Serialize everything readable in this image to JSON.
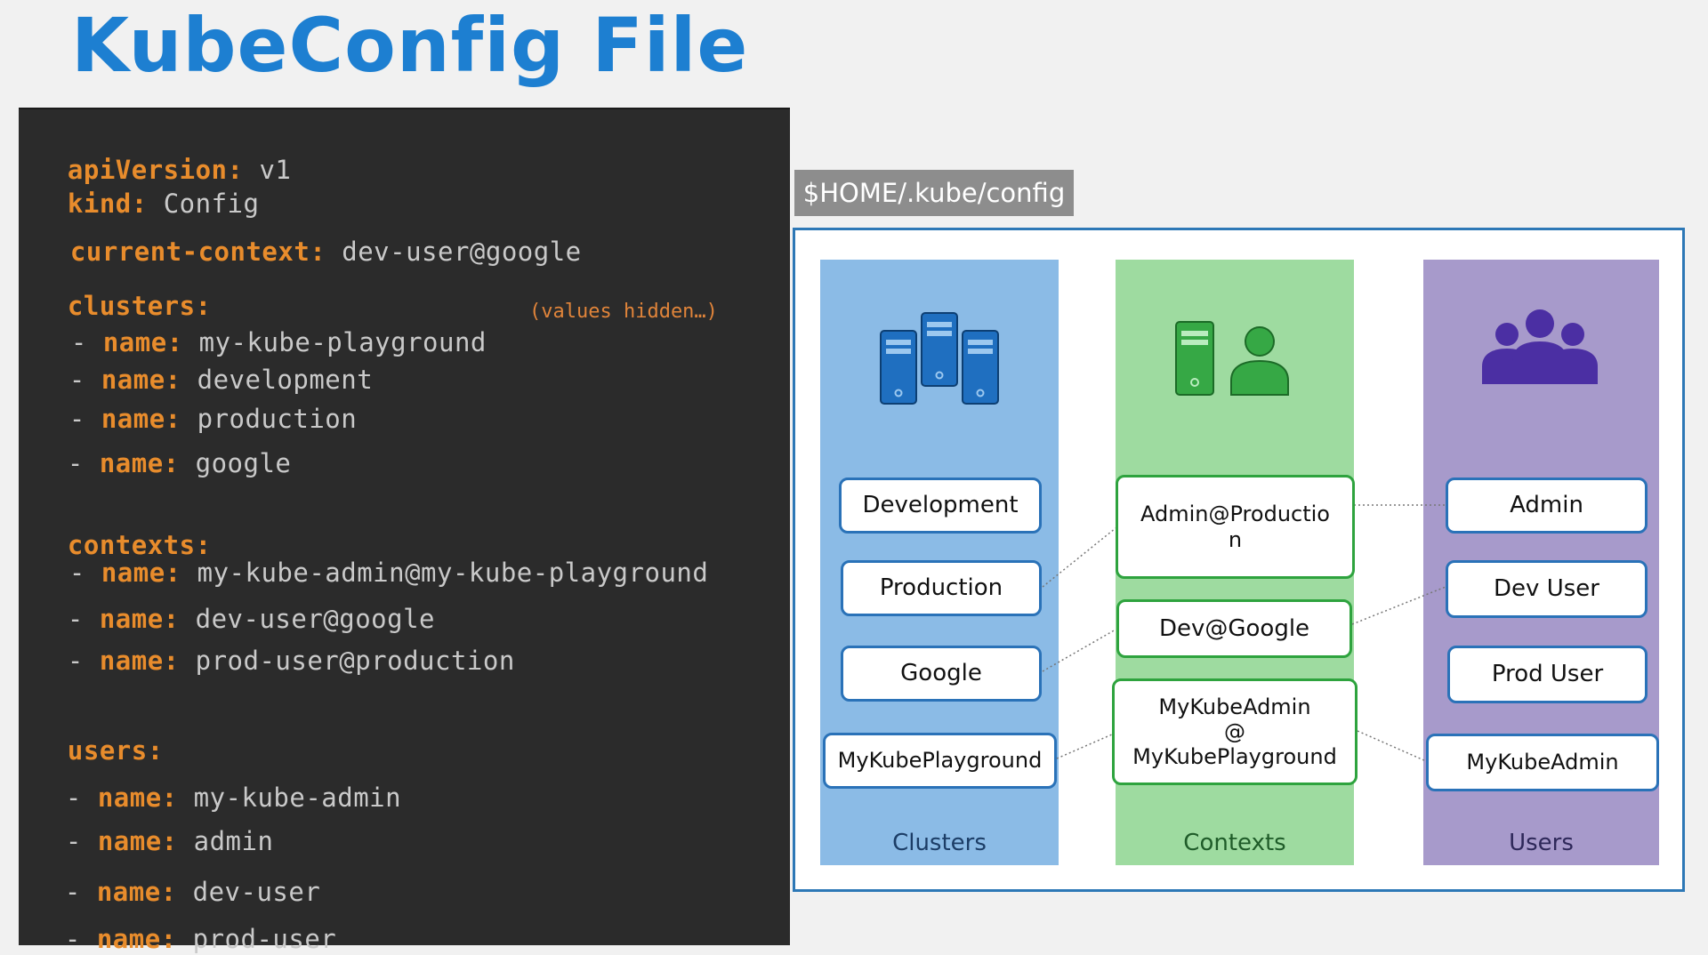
{
  "title": "KubeConfig File",
  "code": {
    "lines": [
      {
        "key": "apiVersion:",
        "value": " v1"
      },
      {
        "key": "kind:",
        "value": " Config"
      },
      {
        "key": "current-context:",
        "value": " dev-user@google"
      },
      {
        "key": "clusters:",
        "value": ""
      },
      {
        "dash": "- ",
        "key": "name:",
        "value": " my-kube-playground"
      },
      {
        "dash": "- ",
        "key": "name:",
        "value": " development"
      },
      {
        "dash": "- ",
        "key": "name:",
        "value": " production"
      },
      {
        "dash": "- ",
        "key": "name:",
        "value": " google"
      },
      {
        "key": "contexts:",
        "value": ""
      },
      {
        "dash": "- ",
        "key": "name:",
        "value": " my-kube-admin@my-kube-playground"
      },
      {
        "dash": "- ",
        "key": "name:",
        "value": " dev-user@google"
      },
      {
        "dash": "- ",
        "key": "name:",
        "value": " prod-user@production"
      },
      {
        "key": "users:",
        "value": ""
      },
      {
        "dash": "- ",
        "key": "name:",
        "value": " my-kube-admin"
      },
      {
        "dash": "- ",
        "key": "name:",
        "value": " admin"
      },
      {
        "dash": "- ",
        "key": "name:",
        "value": " dev-user"
      },
      {
        "dash": "- ",
        "key": "name:",
        "value": " prod-user"
      }
    ],
    "note": "(values hidden…)"
  },
  "config_path": "$HOME/.kube/config",
  "diagram": {
    "clusters": {
      "label": "Clusters",
      "color": "#8bbbe6",
      "icon": "server-rack-icon",
      "items": [
        "Development",
        "Production",
        "Google",
        "MyKubePlayground"
      ]
    },
    "contexts": {
      "label": "Contexts",
      "color": "#9edba0",
      "icon": "server-user-icon",
      "items": [
        "Admin@Production",
        "Dev@Google",
        "MyKubeAdmin\n@\nMyKubePlayground"
      ]
    },
    "users": {
      "label": "Users",
      "color": "#a79acb",
      "icon": "user-group-icon",
      "items": [
        "Admin",
        "Dev User",
        "Prod User",
        "MyKubeAdmin"
      ]
    }
  },
  "colors": {
    "title": "#1d7fd1",
    "code_key": "#e88c2c",
    "code_value": "#c9c9c9",
    "frame_border": "#2d78b6"
  }
}
